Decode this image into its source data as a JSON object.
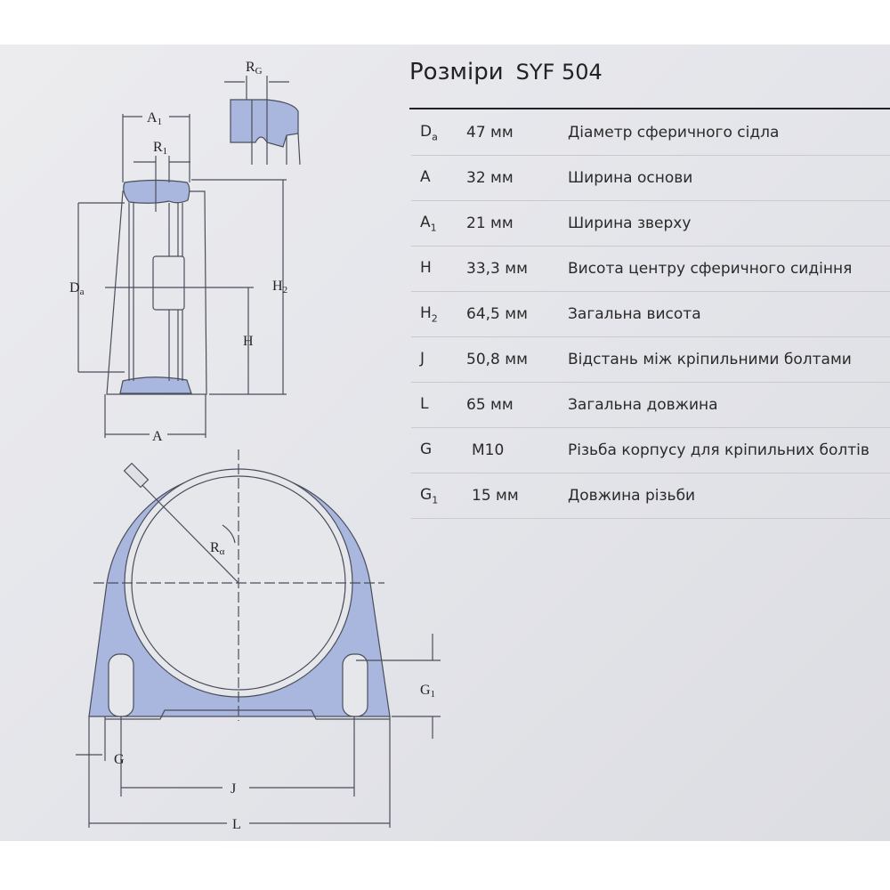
{
  "title": {
    "label": "Розміри",
    "model": "SYF 504"
  },
  "rows": [
    {
      "sym": "D",
      "sub": "a",
      "value": "47 мм",
      "desc": "Діаметр сферичного сідла"
    },
    {
      "sym": "A",
      "sub": "",
      "value": "32 мм",
      "desc": "Ширина основи"
    },
    {
      "sym": "A",
      "sub": "1",
      "value": "21 мм",
      "desc": "Ширина зверху"
    },
    {
      "sym": "H",
      "sub": "",
      "value": "33,3 мм",
      "desc": "Висота центру сферичного сидіння"
    },
    {
      "sym": "H",
      "sub": "2",
      "value": "64,5 мм",
      "desc": "Загальна висота"
    },
    {
      "sym": "J",
      "sub": "",
      "value": "50,8 мм",
      "desc": "Відстань між кріпильними болтами"
    },
    {
      "sym": "L",
      "sub": "",
      "value": "65 мм",
      "desc": "Загальна довжина"
    },
    {
      "sym": "G",
      "sub": "",
      "value": "M10",
      "desc": "Різьба корпусу для кріпильних болтів"
    },
    {
      "sym": "G",
      "sub": "1",
      "value": "15 мм",
      "desc": "Довжина різьби"
    }
  ],
  "drawing_labels": {
    "RG": "R",
    "RG_sub": "G",
    "A1": "A",
    "A1_sub": "1",
    "R1": "R",
    "R1_sub": "1",
    "Da": "D",
    "Da_sub": "a",
    "H": "H",
    "H2": "H",
    "H2_sub": "2",
    "A": "A",
    "Ra": "R",
    "Ra_sub": "α",
    "G1": "G",
    "G1_sub": "1",
    "G": "G",
    "J": "J",
    "L": "L"
  },
  "colors": {
    "housing_fill": "#a9b6dd",
    "outline": "#4a4e5c",
    "background": "#e6e7eb"
  }
}
